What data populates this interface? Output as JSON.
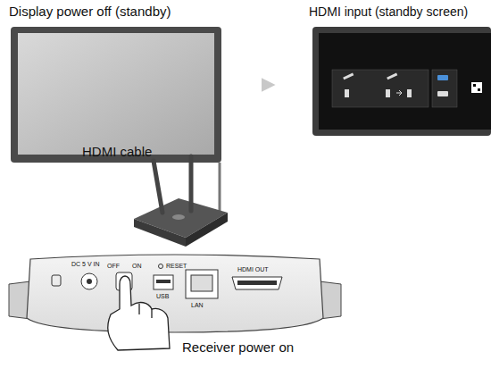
{
  "diagram": {
    "nodes": [
      {
        "text": [
          "Display power off (standby)"
        ]
      },
      {
        "text": [
          "HDMI input (standby screen)"
        ]
      }
    ],
    "edges": [
      {
        "from": 0,
        "to": 1,
        "arrow": "to"
      }
    ],
    "labels": [
      "HDMI cable",
      "DC 5 V IN",
      "OFF",
      "ON",
      "RESET",
      "USB",
      "LAN",
      "HDMI OUT",
      "Receiver power on"
    ]
  }
}
